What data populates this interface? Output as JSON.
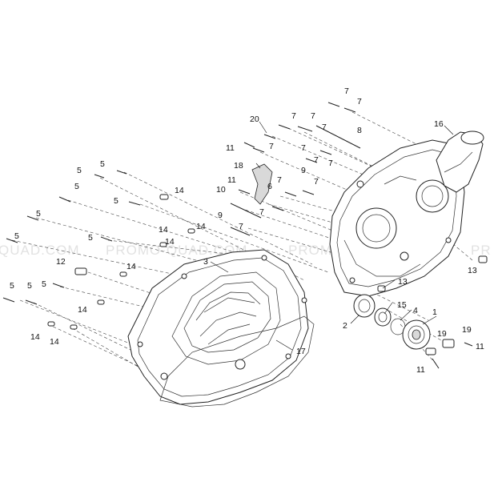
{
  "watermarks": [
    "QUAD.COM",
    "PROMO-QUAD.COM",
    "PROMO-QUAD.COM",
    "PR"
  ],
  "callouts": {
    "c1": "1",
    "c2": "2",
    "c3": "3",
    "c4": "4",
    "c5a": "5",
    "c5b": "5",
    "c5c": "5",
    "c5d": "5",
    "c5e": "5",
    "c5f": "5",
    "c5g": "5",
    "c5h": "5",
    "c5i": "5",
    "c5j": "5",
    "c6": "6",
    "c7a": "7",
    "c7b": "7",
    "c7c": "7",
    "c7d": "7",
    "c7e": "7",
    "c7f": "7",
    "c7g": "7",
    "c7h": "7",
    "c7i": "7",
    "c7j": "7",
    "c7k": "7",
    "c7l": "7",
    "c7m": "7",
    "c8": "8",
    "c9a": "9",
    "c9b": "9",
    "c10": "10",
    "c11a": "11",
    "c11b": "11",
    "c11c": "11",
    "c11d": "11",
    "c12": "12",
    "c13a": "13",
    "c13b": "13",
    "c14a": "14",
    "c14b": "14",
    "c14c": "14",
    "c14d": "14",
    "c14e": "14",
    "c14f": "14",
    "c14g": "14",
    "c14h": "14",
    "c15": "15",
    "c16": "16",
    "c17": "17",
    "c18": "18",
    "c19a": "19",
    "c19b": "19",
    "c20": "20"
  }
}
